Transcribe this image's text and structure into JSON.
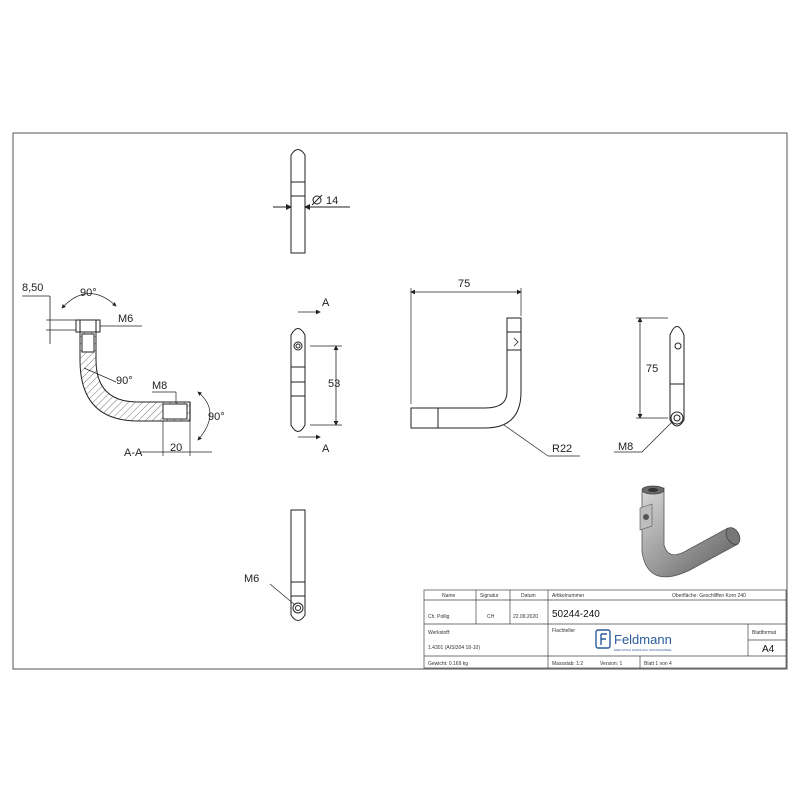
{
  "dims": {
    "dia": "14",
    "d850": "8,50",
    "ang1": "90°",
    "m6a": "M6",
    "ang2": "90°",
    "m8a": "M8",
    "ang3": "90°",
    "aa": "A-A",
    "d20": "20",
    "secA1": "A",
    "d53": "53",
    "secA2": "A",
    "d75w": "75",
    "r22": "R22",
    "d75h": "75",
    "m8b": "M8",
    "m6b": "M6"
  },
  "title_block": {
    "h_name": "Name",
    "h_signatur": "Signatur",
    "h_datum": "Datum",
    "name": "Ch. Pollig",
    "signatur": "CH",
    "datum": "22.09.2020",
    "werkstoff_label": "Werkstoff:",
    "werkstoff": "1.4301 (AISI304 18-10)",
    "gewicht": "Gewicht: 0.169 kg",
    "artikel_label": "Artikelnummer",
    "oberflaeche": "Oberfläche:  Geschliffen Korn 240",
    "artikelnummer": "50244-240",
    "bezeichnung_label": "Flachteller",
    "logo_text": "Feldmann",
    "logo_sub": "EDELSTAHL HANDLAUF GROSSHANDEL",
    "blattformat_label": "Blattformat",
    "blattformat": "A4",
    "massstab": "Massstab: 1:2",
    "version": "Version: 1",
    "blatt": "Blatt 1 von 4"
  }
}
